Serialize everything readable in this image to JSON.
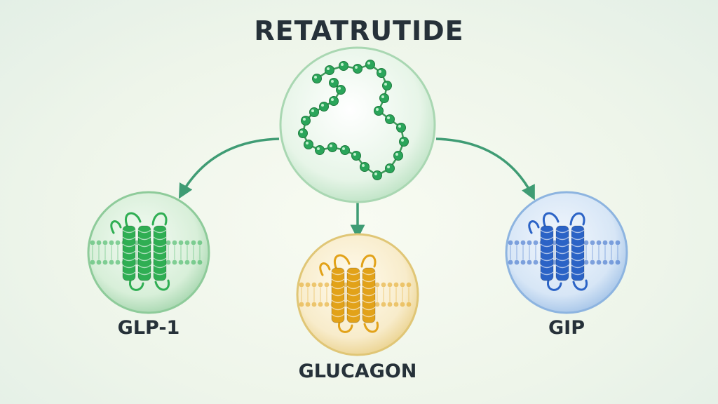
{
  "diagram": {
    "title": "RETATRUTIDE",
    "receptors": [
      {
        "id": "glp1",
        "label": "GLP-1",
        "color": "#2fae53"
      },
      {
        "id": "glucagon",
        "label": "GLUCAGON",
        "color": "#e2a219"
      },
      {
        "id": "gip",
        "label": "GIP",
        "color": "#2b63c6"
      }
    ],
    "peptide_color": "#2aa55a"
  }
}
